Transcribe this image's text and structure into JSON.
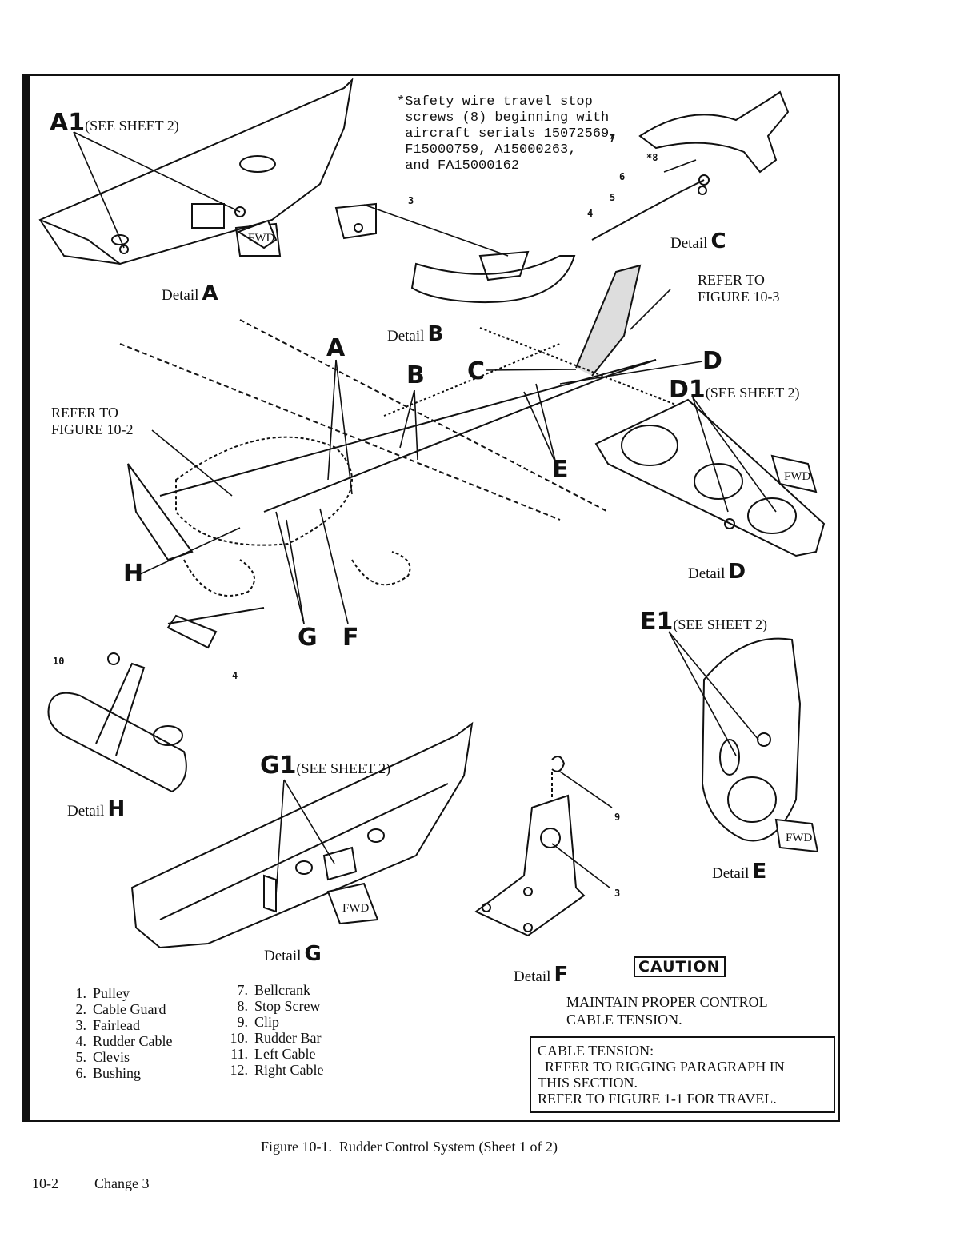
{
  "callouts": {
    "a1": "A1",
    "a1_ref": "(SEE SHEET 2)",
    "d1": "D1",
    "d1_ref": "(SEE SHEET 2)",
    "e1": "E1",
    "e1_ref": "(SEE SHEET 2)",
    "g1": "G1",
    "g1_ref": "(SEE SHEET 2)",
    "refer_fig_10_3": "REFER TO\nFIGURE 10-3",
    "refer_fig_10_2": "REFER TO\nFIGURE 10-2"
  },
  "station_letters": [
    "A",
    "B",
    "C",
    "D",
    "E",
    "F",
    "G",
    "H"
  ],
  "details": {
    "word": "Detail",
    "letters": [
      "A",
      "B",
      "C",
      "D",
      "E",
      "F",
      "G",
      "H"
    ]
  },
  "safety_note": "*Safety wire travel stop\n screws (8) beginning with\n aircraft serials 15072569,\n F15000759, A15000263,\n and FA15000162",
  "part_numbers": {
    "c": [
      "7",
      "*8",
      "6",
      "5",
      "4"
    ],
    "b": [
      "3"
    ],
    "h": [
      "10",
      "4"
    ],
    "f": [
      "9",
      "3"
    ]
  },
  "fwd_label": "FWD",
  "legend_left": [
    {
      "num": "1.",
      "name": "Pulley"
    },
    {
      "num": "2.",
      "name": "Cable Guard"
    },
    {
      "num": "3.",
      "name": "Fairlead"
    },
    {
      "num": "4.",
      "name": "Rudder Cable"
    },
    {
      "num": "5.",
      "name": "Clevis"
    },
    {
      "num": "6.",
      "name": "Bushing"
    }
  ],
  "legend_right": [
    {
      "num": "7.",
      "name": "Bellcrank"
    },
    {
      "num": "8.",
      "name": "Stop Screw"
    },
    {
      "num": "9.",
      "name": "Clip"
    },
    {
      "num": "10.",
      "name": "Rudder Bar"
    },
    {
      "num": "11.",
      "name": "Left Cable"
    },
    {
      "num": "12.",
      "name": "Right Cable"
    }
  ],
  "caution": {
    "label": "CAUTION",
    "text": "MAINTAIN PROPER CONTROL\nCABLE TENSION."
  },
  "tension_box": {
    "line1": "CABLE TENSION:",
    "line2": "  REFER TO RIGGING PARAGRAPH IN",
    "line3": "THIS SECTION.",
    "line4": "REFER TO FIGURE 1-1 FOR TRAVEL."
  },
  "caption": "Figure 10-1.  Rudder Control System (Sheet 1 of 2)",
  "footer": {
    "page": "10-2",
    "change": "Change 3"
  }
}
